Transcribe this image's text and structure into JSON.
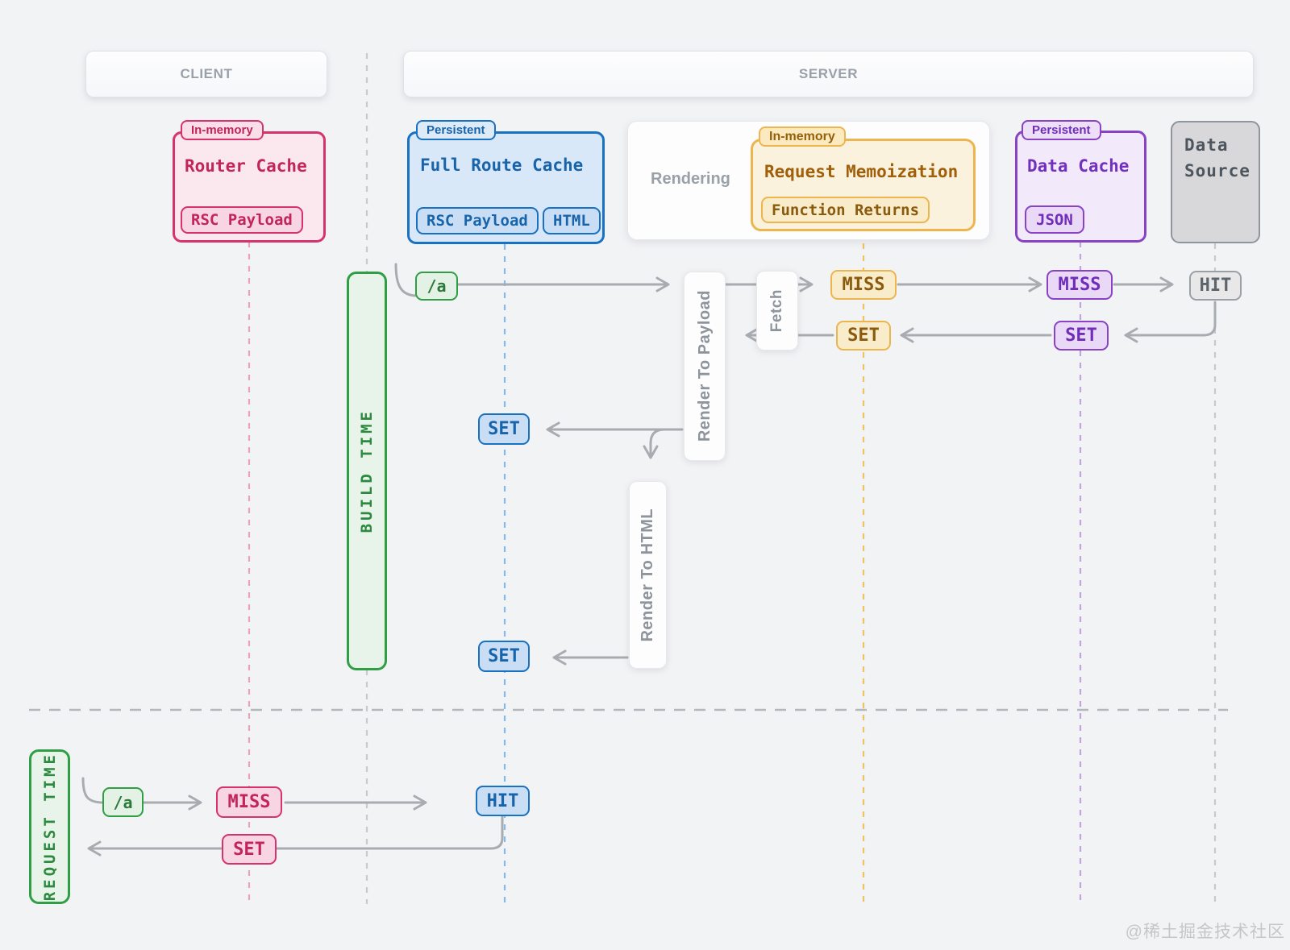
{
  "header": {
    "client": "CLIENT",
    "server": "SERVER"
  },
  "boxes": {
    "router_cache": {
      "badge": "In-memory",
      "title": "Router Cache",
      "chips": [
        "RSC Payload"
      ]
    },
    "full_route_cache": {
      "badge": "Persistent",
      "title": "Full Route Cache",
      "chips": [
        "RSC Payload",
        "HTML"
      ]
    },
    "rendering": {
      "label": "Rendering"
    },
    "request_memoization": {
      "badge": "In-memory",
      "title": "Request Memoization",
      "chips": [
        "Function Returns"
      ]
    },
    "data_cache": {
      "badge": "Persistent",
      "title": "Data Cache",
      "chips": [
        "JSON"
      ]
    },
    "data_source": {
      "line1": "Data",
      "line2": "Source"
    }
  },
  "bars": {
    "build": "BUILD TIME",
    "request": "REQUEST TIME"
  },
  "process": {
    "render_to_payload": "Render To Payload",
    "fetch": "Fetch",
    "render_to_html": "Render To HTML"
  },
  "build_flow": {
    "route": "/a",
    "memo_result": "MISS",
    "memo_set": "SET",
    "cache_result": "MISS",
    "cache_set": "SET",
    "source_result": "HIT",
    "payload_set": "SET",
    "html_set": "SET"
  },
  "request_flow": {
    "route": "/a",
    "router_result": "MISS",
    "router_set": "SET",
    "route_cache_result": "HIT"
  },
  "watermark": "@稀土掘金技术社区",
  "colors": {
    "pink": "#d6336c",
    "blue": "#1971c2",
    "green": "#2f9e44",
    "gold": "#edb54e",
    "purple": "#8843c4",
    "gray": "#8e959c",
    "arrow": "#a8acb1"
  }
}
